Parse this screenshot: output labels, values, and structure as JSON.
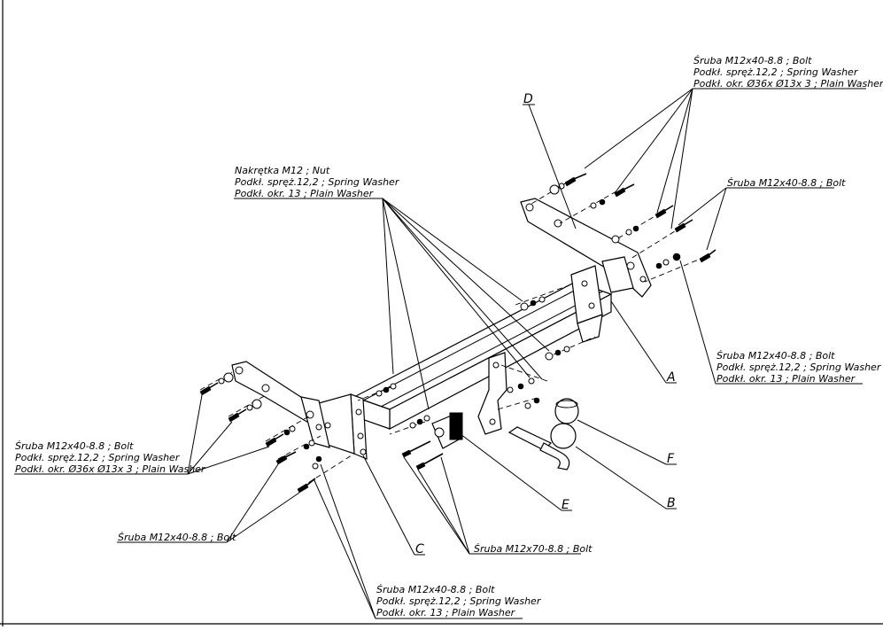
{
  "callouts": {
    "top_right": {
      "line1": "Śruba M12x40-8.8 ;  Bolt",
      "line2": "Podkł. spręż.12,2 ; Spring Washer",
      "line3": "Podkł. okr.  Ø36x Ø13x 3 ; Plain Washer"
    },
    "right_bolt": {
      "line1": "Śruba M12x40-8.8 ;  Bolt"
    },
    "center_nut": {
      "line1": "Nakrętka  M12 ; Nut",
      "line2": "Podkł. spręż.12,2 ; Spring Washer",
      "line3": "Podkł. okr. 13 ; Plain Washer"
    },
    "right_mid": {
      "line1": "Śruba M12x40-8.8 ;  Bolt",
      "line2": "Podkł. spręż.12,2 ; Spring Washer",
      "line3": "Podkł. okr. 13 ; Plain Washer"
    },
    "left_mid": {
      "line1": "Śruba M12x40-8.8 ;  Bolt",
      "line2": "Podkł. spręż.12,2 ; Spring Washer",
      "line3": "Podkł. okr.  Ø36x Ø13x 3 ; Plain Washer"
    },
    "left_bolt": {
      "line1": "Śruba M12x40-8.8 ;  Bolt"
    },
    "bottom_bolt70": {
      "line1": "Śruba M12x70-8.8 ;  Bolt"
    },
    "bottom_center": {
      "line1": "Śruba M12x40-8.8 ;  Bolt",
      "line2": "Podkł. spręż.12,2 ; Spring Washer",
      "line3": "Podkł. okr. 13 ; Plain Washer"
    }
  },
  "part_letters": {
    "A": "A",
    "B": "B",
    "C": "C",
    "D": "D",
    "E": "E",
    "F": "F"
  }
}
